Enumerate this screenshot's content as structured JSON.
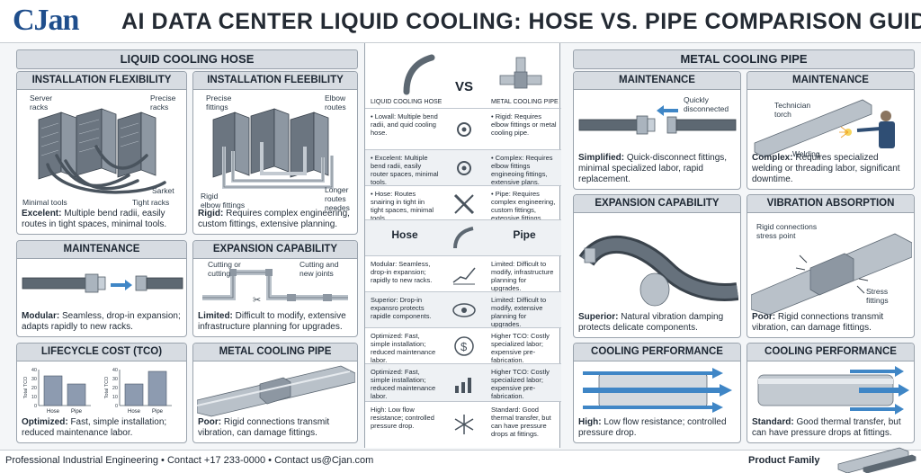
{
  "brand": {
    "logo": "CJan"
  },
  "title": "AI DATA CENTER LIQUID COOLING: HOSE VS. PIPE COMPARISON GUIDE",
  "left": {
    "section": "LIQUID COOLING HOSE",
    "p1": {
      "title": "INSTALLATION FLEXIBILITY",
      "c_server": "Server\nracks",
      "c_precise": "Precise\nracks",
      "c_minimal": "Minimal tools",
      "c_sarket": "Sarket",
      "c_tight": "Tight racks",
      "caption_b": "Excelent:",
      "caption": " Multiple bend radii, easily routes in tight spaces, minimal tools."
    },
    "p2": {
      "title": "INSTALLATION FLEEBILITY",
      "c_precise": "Precise\nfittings",
      "c_elbow": "Elbow\nroutes",
      "c_rigid": "Rigid\nelbow fittings",
      "c_longer": "Longer\nroutes\nneedes",
      "caption_b": "Rigid:",
      "caption": " Requires complex engineering, custom fittings, extensive planning."
    },
    "p3": {
      "title": "MAINTENANCE",
      "caption_b": "Modular:",
      "caption": " Seamless, drop-in expansion; adapts rapidly to new racks."
    },
    "p4": {
      "title": "EXPANSION CAPABILITY",
      "c_cut1": "Cutting or\ncutting",
      "c_cut2": "Cutting and\nnew joints",
      "caption_b": "Limited:",
      "caption": " Difficult to modify, extensive infrastructure planning for upgrades."
    },
    "p5": {
      "title": "LIFECYCLE COST (TCO)",
      "caption_b": "Optimized:",
      "caption": " Fast, simple installation; reduced maintenance labor."
    },
    "p6": {
      "title": "METAL COOLING PIPE",
      "caption_b": "Poor:",
      "caption": " Rigid connections transmit vibration, can damage fittings."
    }
  },
  "chart_data": [
    {
      "type": "bar",
      "categories": [
        "Hose",
        "Pipe"
      ],
      "values": [
        33,
        24
      ],
      "ylabel": "Total TCO",
      "ylim": [
        0,
        40
      ],
      "yticks": [
        0,
        10,
        20,
        30,
        40
      ]
    },
    {
      "type": "bar",
      "categories": [
        "Hose",
        "Pipe"
      ],
      "values": [
        24,
        38
      ],
      "ylabel": "Total TCO",
      "ylim": [
        0,
        40
      ],
      "yticks": [
        0,
        10,
        20,
        30,
        40
      ]
    }
  ],
  "center": {
    "vs": "VS",
    "hose_label": "LIQUID COOLING HOSE",
    "pipe_label": "METAL COOLING PIPE",
    "rows": [
      {
        "l": "• Lowall: Multiple bend radii, and quid cooling hose.",
        "r": "• Rigid: Requires elbow fittings or metal cooling pipe.",
        "icon": "gear-icon"
      },
      {
        "l": "• Excelent: Multiple bend radii, easily router spaces, minimal tools.",
        "r": "• Complex: Requires elbow fittings engineoing fittings, extensive plans.",
        "icon": "gear-icon"
      },
      {
        "l": "• Hose: Routes snairing in tight iin tight spaces, minimal tools.",
        "r": "• Pipe: Requires complex engineering, custom fittings, extensive fittings.",
        "icon": "wrench-screwdriver-icon"
      },
      {
        "l": "Hose",
        "r": "Pipe",
        "icon": "hose-icon"
      },
      {
        "l": "Modular: Seamless, drop-in expansion; rapidly to new racks.",
        "r": "Limited: Difficult to modify, infrastructure planning for upgrades.",
        "icon": "growth-chart-icon"
      },
      {
        "l": "Superior: Drop-in expansro protects rapidle components.",
        "r": "Limited: Difficult to modify, extensive planning for upgrades.",
        "icon": "eye-icon"
      },
      {
        "l": "Optimized: Fast, simple installation; reduced maintenance labor.",
        "r": "Higher TCO: Costly specialized labor; expensive pre-fabrication.",
        "icon": "dollar-icon"
      },
      {
        "l": "Optimized: Fast, simple installation; reduced maintenance labor.",
        "r": "Higher TCO: Costly specialized labor; expensive pre-fabrication.",
        "icon": "trend-chart-icon"
      },
      {
        "l": "High: Low flow resistance; controlled pressure drop.",
        "r": "Standard: Good thermal transfer, but can have pressure drops at fittings.",
        "icon": "snowflake-icon"
      }
    ]
  },
  "right": {
    "section": "METAL COOLING PIPE",
    "p1": {
      "title": "MAINTENANCE",
      "c_quick": "Quickly\ndisconnected",
      "caption_b": "Simplified:",
      "caption": " Quick-disconnect fittings, minimal specialized labor, rapid replacement."
    },
    "p2": {
      "title": "MAINTENANCE",
      "c_tech": "Technician\ntorch",
      "c_weld": "Welding",
      "caption_b": "Complex:",
      "caption": " Requires specialized welding or threading labor, significant downtime."
    },
    "p3": {
      "title": "EXPANSION CAPABILITY",
      "caption_b": "Superior:",
      "caption": " Natural vibration damping protects delicate components."
    },
    "p4": {
      "title": "VIBRATION ABSORPTION",
      "c_rigid": "Rigid connections\nstress point",
      "c_stress": "Stress\nfittings",
      "caption_b": "Poor:",
      "caption": " Rigid connections transmit vibration, can damage fittings."
    },
    "p5": {
      "title": "COOLING PERFORMANCE",
      "caption_b": "High:",
      "caption": " Low flow resistance; controlled pressure drop."
    },
    "p6": {
      "title": "COOLING PERFORMANCE",
      "caption_b": "Standard:",
      "caption": " Good thermal transfer, but can have pressure drops at fittings."
    }
  },
  "footer": {
    "text": "Professional Industrial Engineering • Contact +17 233-0000 • Contact us@Cjan.com",
    "product": "Product Family"
  },
  "colors": {
    "accent": "#1f4e8c",
    "panel_header": "#d7dce2",
    "border": "#9aa3ad",
    "steel": "#a9b3bd",
    "hose": "#5d6872",
    "arrow": "#3f86c6"
  }
}
